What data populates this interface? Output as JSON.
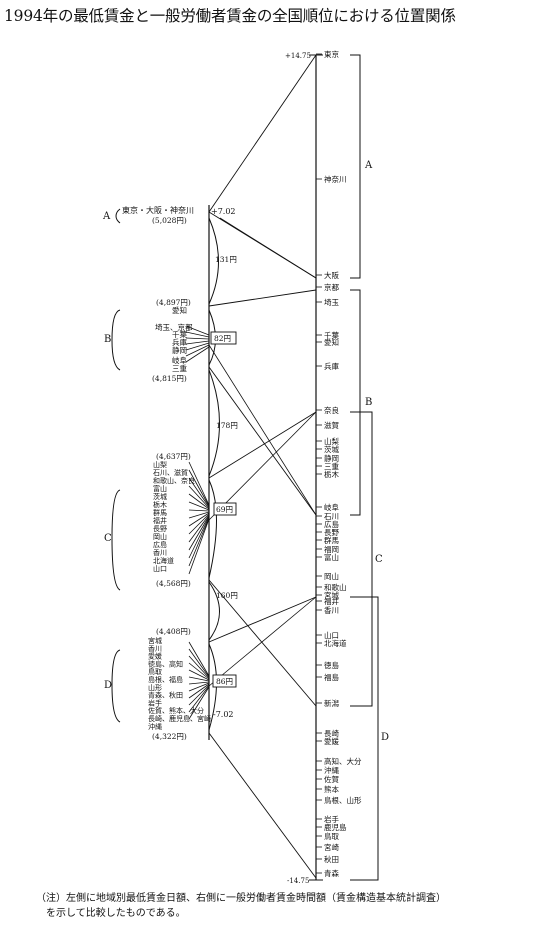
{
  "title": "1994年の最低賃金と一般労働者賃金の全国順位における位置関係",
  "note": {
    "line1": "（注）左側に地域別最低賃金日額、右側に一般労働者賃金時間額（賃金構造基本統計調査）",
    "line2": "を示して比較したものである。"
  },
  "left_axis": {
    "top_label": "+7.02",
    "bottom_label": "-7.02",
    "groups": [
      {
        "id": "A",
        "entries": [
          {
            "label": "東京・大阪・神奈川"
          }
        ],
        "amount": "(5,028円)"
      },
      {
        "id": "B",
        "amount_top": "(4,897円)",
        "amount_bottom": "(4,815円)",
        "box": "82円",
        "entries": [
          {
            "label": "愛知"
          },
          {
            "label": "埼玉、京都"
          },
          {
            "label": "千葉"
          },
          {
            "label": "兵庫"
          },
          {
            "label": "静岡"
          },
          {
            "label": "岐阜"
          },
          {
            "label": "三重"
          }
        ]
      },
      {
        "id": "C",
        "amount_top": "(4,637円)",
        "amount_bottom": "(4,568円)",
        "box": "69円",
        "entries": [
          {
            "label": "山梨"
          },
          {
            "label": "石川、滋賀"
          },
          {
            "label": "和歌山、奈良"
          },
          {
            "label": "富山"
          },
          {
            "label": "茨城"
          },
          {
            "label": "栃木"
          },
          {
            "label": "群馬"
          },
          {
            "label": "福井"
          },
          {
            "label": "長野"
          },
          {
            "label": "岡山"
          },
          {
            "label": "広島"
          },
          {
            "label": "香川"
          },
          {
            "label": "北海道"
          },
          {
            "label": "山口"
          }
        ]
      },
      {
        "id": "D",
        "amount_top": "(4,408円)",
        "amount_bottom": "(4,322円)",
        "box": "86円",
        "entries": [
          {
            "label": "宮城"
          },
          {
            "label": "香川"
          },
          {
            "label": "愛媛"
          },
          {
            "label": "徳島、高知"
          },
          {
            "label": "鳥取"
          },
          {
            "label": "島根、福島"
          },
          {
            "label": "山形"
          },
          {
            "label": "青森、秋田"
          },
          {
            "label": "岩手"
          },
          {
            "label": "佐賀、熊本、大分"
          },
          {
            "label": "長崎、鹿児島、宮崎"
          },
          {
            "label": "沖縄"
          }
        ]
      }
    ],
    "gaps": [
      {
        "label": "131円"
      },
      {
        "label": "178円"
      },
      {
        "label": "160円"
      }
    ]
  },
  "right_axis": {
    "top_label": "+14.75",
    "bottom_label": "-14.75",
    "prefectures": [
      "東京",
      "神奈川",
      "大阪",
      "京都",
      "埼玉",
      "千葉",
      "愛知",
      "兵庫",
      "奈良",
      "滋賀",
      "山梨",
      "茨城",
      "静岡",
      "三重",
      "栃木",
      "岐阜",
      "石川",
      "広島",
      "長野",
      "群馬",
      "福岡",
      "富山",
      "岡山",
      "和歌山",
      "宮城",
      "福井",
      "香川",
      "山口",
      "北海道",
      "徳島",
      "福島",
      "新潟",
      "長崎",
      "愛媛",
      "高知、大分",
      "沖縄",
      "佐賀",
      "熊本",
      "鳥根、山形",
      "岩手",
      "鹿児島",
      "鳥取",
      "宮崎",
      "秋田",
      "青森"
    ],
    "brackets": [
      {
        "id": "A"
      },
      {
        "id": "B"
      },
      {
        "id": "C"
      },
      {
        "id": "D"
      }
    ]
  }
}
